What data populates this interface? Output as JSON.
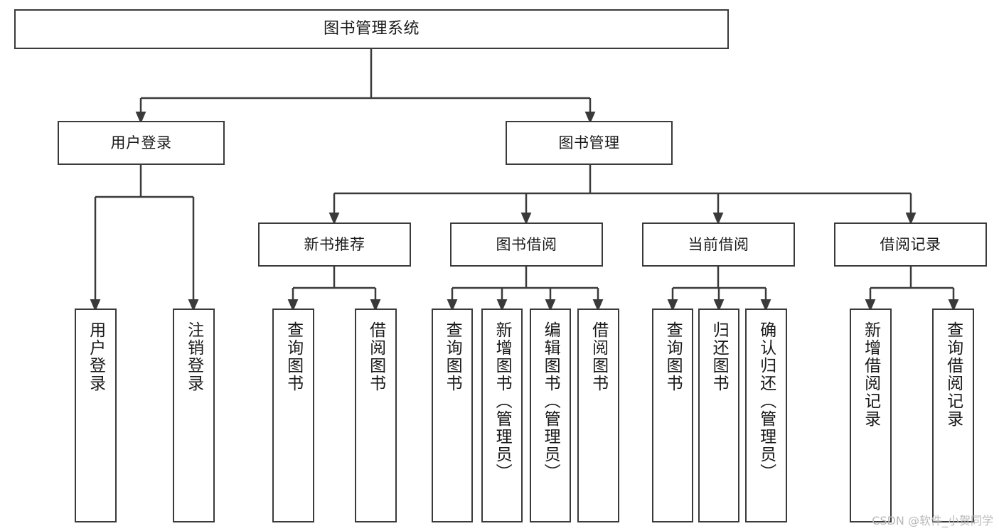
{
  "diagram": {
    "title": "图书管理系统",
    "type": "tree-hierarchy",
    "watermark": "CSDN @软件_小贺同学",
    "colors": {
      "stroke": "#3a3a3a",
      "fill": "#ffffff",
      "text": "#1a1a1a",
      "watermark": "#b8b8b8"
    },
    "nodes": {
      "root": {
        "label": "图书管理系统"
      },
      "level2": [
        {
          "id": "user-login",
          "label": "用户登录"
        },
        {
          "id": "book-manage",
          "label": "图书管理"
        }
      ],
      "level3": [
        {
          "id": "new-book-recommend",
          "label": "新书推荐"
        },
        {
          "id": "book-borrow",
          "label": "图书借阅"
        },
        {
          "id": "current-borrow",
          "label": "当前借阅"
        },
        {
          "id": "borrow-record",
          "label": "借阅记录"
        }
      ],
      "leaves": {
        "user-login": [
          {
            "id": "leaf-user-login",
            "label": "用户登录"
          },
          {
            "id": "leaf-logout",
            "label": "注销登录"
          }
        ],
        "new-book-recommend": [
          {
            "id": "leaf-query-book-1",
            "label": "查询图书"
          },
          {
            "id": "leaf-borrow-book-1",
            "label": "借阅图书"
          }
        ],
        "book-borrow": [
          {
            "id": "leaf-query-book-2",
            "label": "查询图书"
          },
          {
            "id": "leaf-add-book",
            "label": "新增图书（管理员）"
          },
          {
            "id": "leaf-edit-book",
            "label": "编辑图书（管理员）"
          },
          {
            "id": "leaf-borrow-book-2",
            "label": "借阅图书"
          }
        ],
        "current-borrow": [
          {
            "id": "leaf-query-book-3",
            "label": "查询图书"
          },
          {
            "id": "leaf-return-book",
            "label": "归还图书"
          },
          {
            "id": "leaf-confirm-return",
            "label": "确认归还（管理员）"
          }
        ],
        "borrow-record": [
          {
            "id": "leaf-add-record",
            "label": "新增借阅记录"
          },
          {
            "id": "leaf-query-record",
            "label": "查询借阅记录"
          }
        ]
      }
    }
  }
}
